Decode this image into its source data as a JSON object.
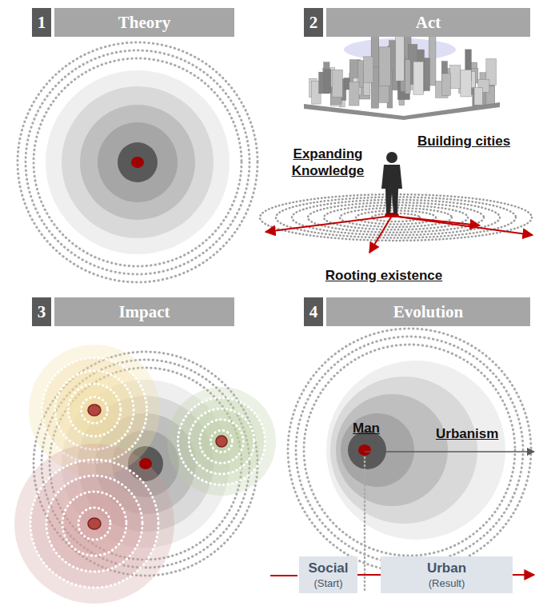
{
  "diagram": {
    "nodes": [
      {
        "text": [
          "1"
        ]
      },
      {
        "text": [
          "Theory"
        ]
      },
      {
        "text": [
          "2"
        ]
      },
      {
        "text": [
          "Act"
        ]
      },
      {
        "text": [
          "3"
        ]
      },
      {
        "text": [
          "Impact"
        ]
      },
      {
        "text": [
          "4"
        ]
      },
      {
        "text": [
          "Evolution"
        ]
      },
      {
        "text": [
          "Social",
          "(Start)"
        ]
      },
      {
        "text": [
          "Urban",
          "(Result)"
        ]
      }
    ],
    "edges": [
      {
        "from": 8,
        "to": 9,
        "arrow": "none"
      }
    ],
    "labels": [
      "Expanding Knowledge",
      "Building cities",
      "Rooting existence",
      "Man",
      "Urbanism"
    ]
  }
}
